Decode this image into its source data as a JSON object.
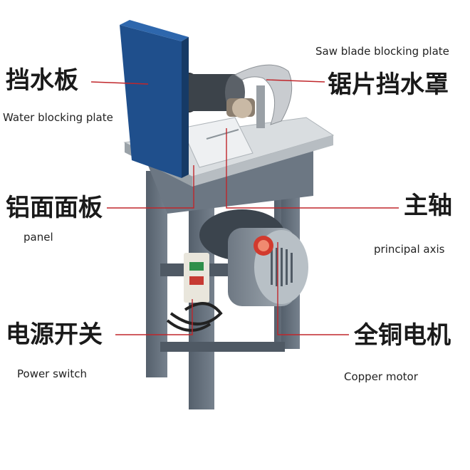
{
  "labels": {
    "water_plate_cn": "挡水板",
    "water_plate_en": "Water blocking plate",
    "saw_cover_cn": "锯片挡水罩",
    "saw_cover_en": "Saw blade blocking plate",
    "panel_cn": "铝面面板",
    "panel_en": "panel",
    "axis_cn": "主轴",
    "axis_en": "principal axis",
    "switch_cn": "电源开关",
    "switch_en": "Power switch",
    "motor_cn": "全铜电机",
    "motor_en": "Copper motor"
  },
  "colors": {
    "leader_line": "#c0262b",
    "blue_plate": "#1f4f8c",
    "frame": "#5f6b78",
    "aluminum": "#d9dde0",
    "motor_red": "#d23a2e"
  }
}
